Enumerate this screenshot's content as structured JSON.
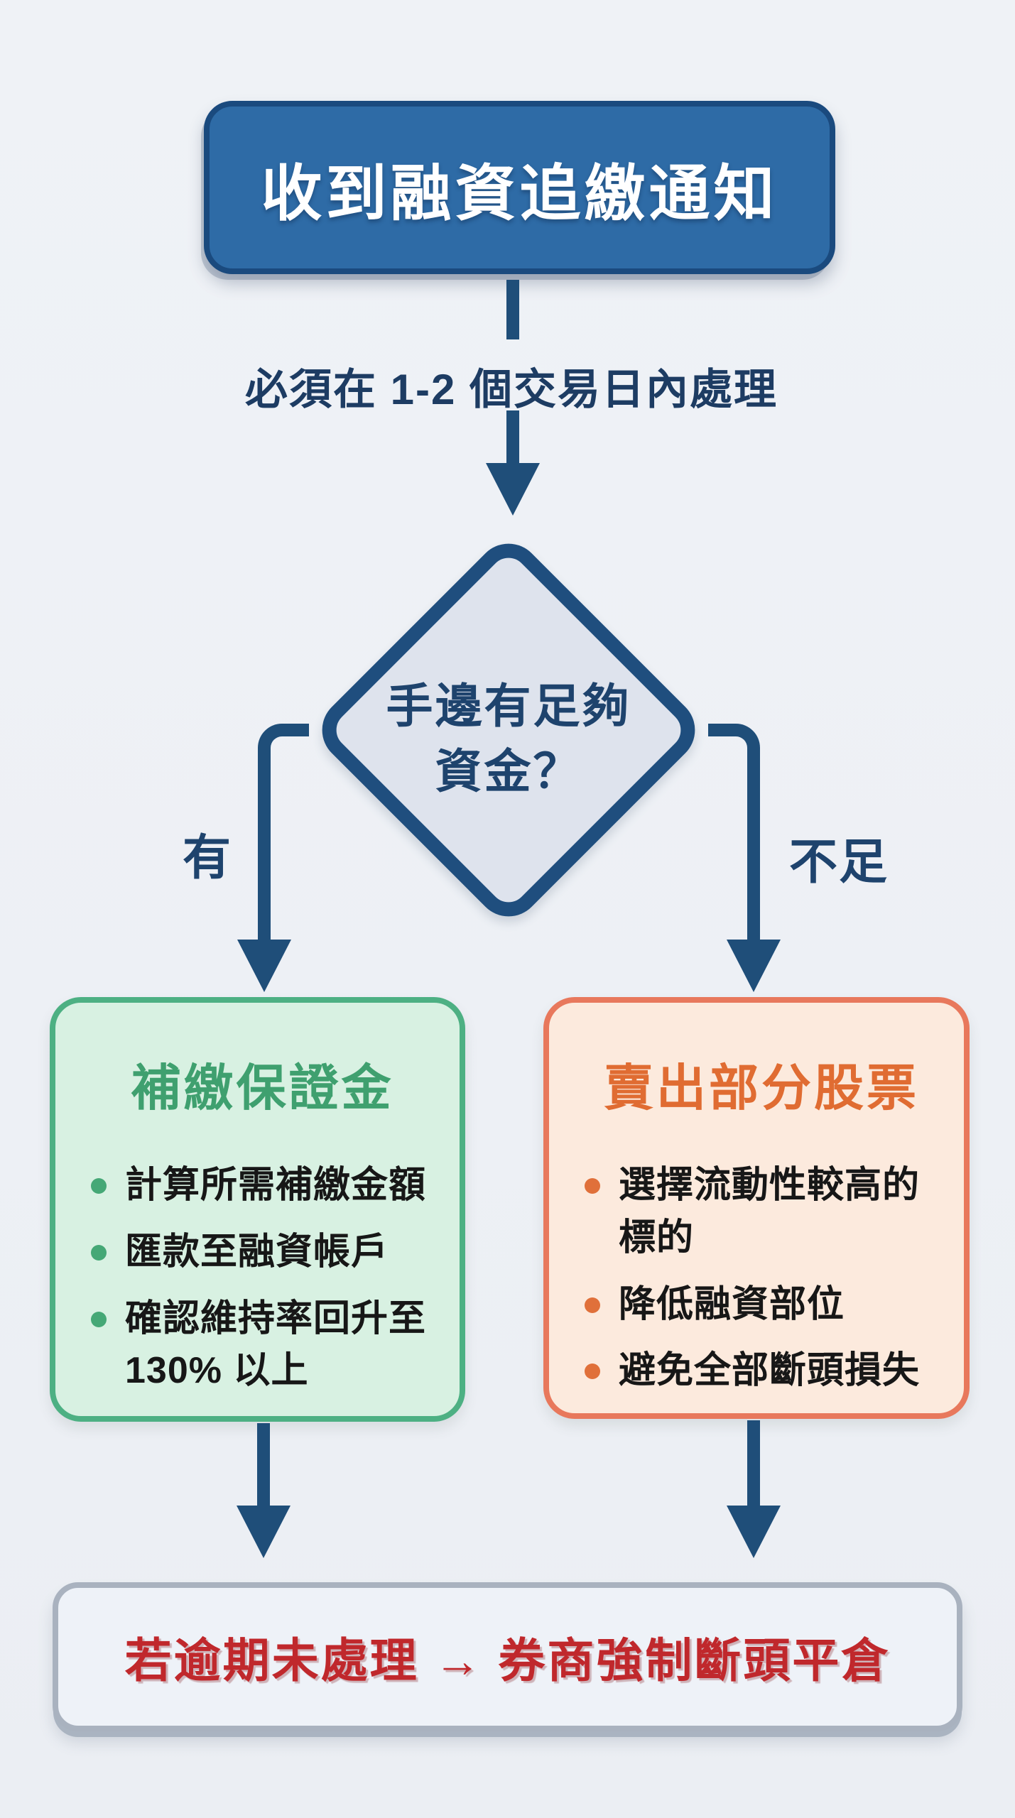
{
  "page": {
    "background": "#eef1f5",
    "connector_color": "#1f4e79"
  },
  "flow": {
    "start": {
      "label": "收到融資追繳通知",
      "fill": "#2e6ba6",
      "border": "#1a4a7e",
      "text_color": "#ffffff"
    },
    "deadline_note": {
      "text": "必須在 1-2 個交易日內處理",
      "color": "#1d3c63"
    },
    "decision": {
      "text": "手邊有足夠\n資金？",
      "fill": "#dee3ed",
      "border": "#1f4e7e",
      "text_color": "#1e436d"
    },
    "branches": {
      "yes": "有",
      "no": "不足"
    },
    "option_deposit": {
      "title": "補繳保證金",
      "title_color": "#3fa06f",
      "fill": "#d8f1e2",
      "border": "#4db083",
      "bullets": [
        "計算所需補繳金額",
        "匯款至融資帳戶",
        "確認維持率回升至\n130% 以上"
      ]
    },
    "option_sell": {
      "title": "賣出部分股票",
      "title_color": "#e06c32",
      "fill": "#fceadd",
      "border": "#e8785c",
      "bullets": [
        "選擇流動性較高的\n標的",
        "降低融資部位",
        "避免全部斷頭損失"
      ]
    },
    "warning": {
      "text": "若逾期未處理 → 券商強制斷頭平倉",
      "text_color": "#c0282c",
      "fill": "#eef2f8",
      "border": "#a9b2bf"
    }
  }
}
